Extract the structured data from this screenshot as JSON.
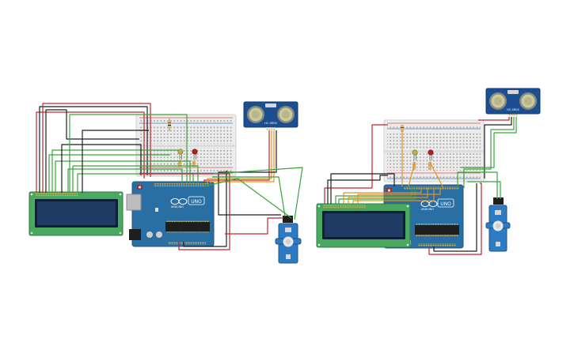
{
  "colors": {
    "background": "#ffffff",
    "arduino_board": "#2a6fa4",
    "arduino_dark": "#1f5684",
    "lcd_pcb": "#4aa860",
    "lcd_screen": "#1f3a63",
    "breadboard": "#ececec",
    "rail_red": "#d9534f",
    "rail_blue": "#4a78b8",
    "wire_red": "#c0262c",
    "wire_black": "#1e1e1e",
    "wire_green": "#3aa43a",
    "wire_orange": "#e8901c",
    "sensor_pcb": "#1b4f91",
    "transducer": "#c9c9a0",
    "servo_body": "#2d7bc4",
    "led_yellow": "#b9b14a",
    "led_red": "#b01e1e"
  },
  "circuits": [
    {
      "arduino": {
        "brand_text": "ARDUINO",
        "model_text": "UNO"
      },
      "sensor": {
        "label": "HC-SR04"
      }
    },
    {
      "arduino": {
        "brand_text": "ARDUINO",
        "model_text": "UNO"
      },
      "sensor": {
        "label": "HC-SR04"
      }
    }
  ]
}
